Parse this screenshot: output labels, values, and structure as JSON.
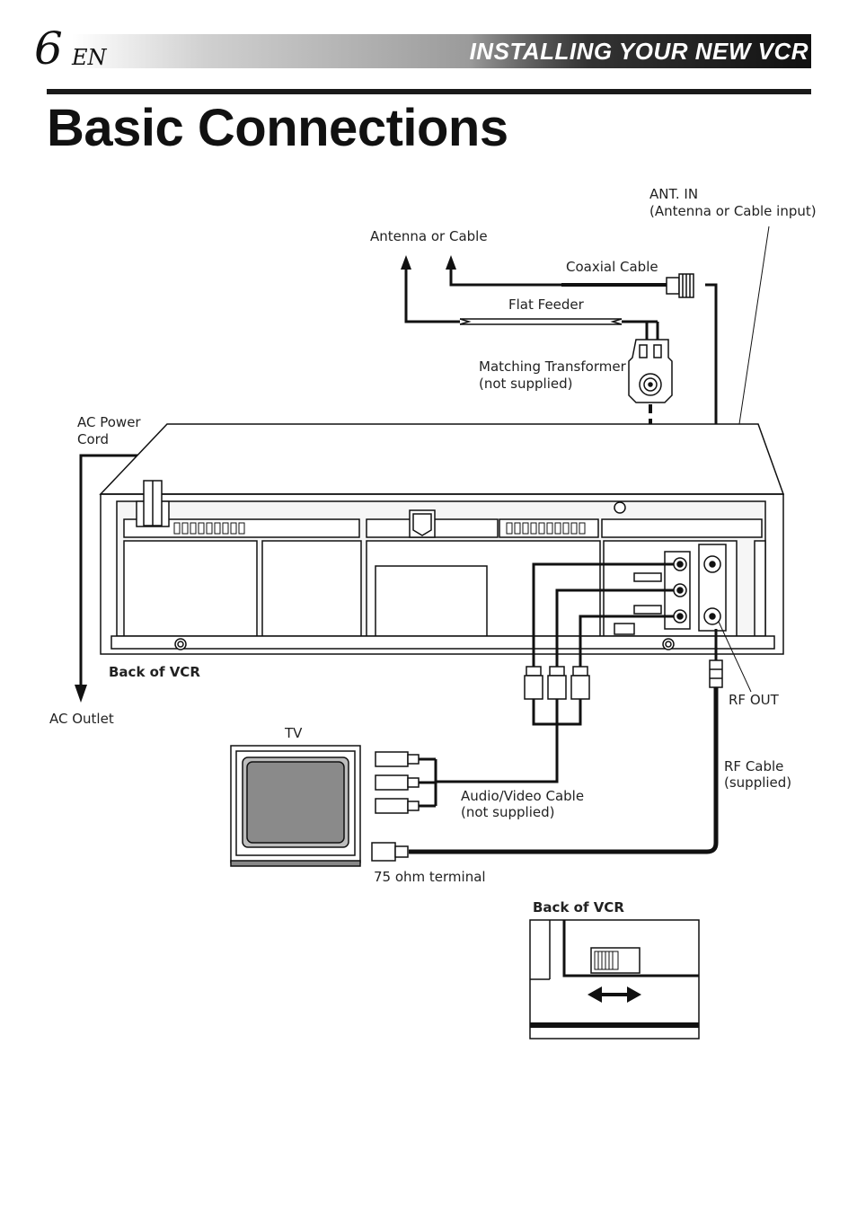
{
  "header": {
    "page_number": "6",
    "language": "EN",
    "section": "INSTALLING YOUR NEW VCR"
  },
  "title": "Basic Connections",
  "labels": {
    "ant_in": "ANT. IN",
    "ant_in_sub": "(Antenna or Cable input)",
    "antenna_or_cable": "Antenna or Cable",
    "coaxial_cable": "Coaxial Cable",
    "flat_feeder": "Flat Feeder",
    "matching_transformer": "Matching Transformer",
    "matching_transformer_sub": "(not supplied)",
    "ac_power_cord_1": "AC Power",
    "ac_power_cord_2": "Cord",
    "back_of_vcr": "Back of VCR",
    "ac_outlet": "AC Outlet",
    "rf_out": "RF OUT",
    "tv": "TV",
    "rf_cable": "RF Cable",
    "rf_cable_sub": "(supplied)",
    "av_cable": "Audio/Video Cable",
    "av_cable_sub": "(not supplied)",
    "ohm_terminal": "75 ohm terminal",
    "back_of_vcr_inset": "Back of VCR"
  }
}
